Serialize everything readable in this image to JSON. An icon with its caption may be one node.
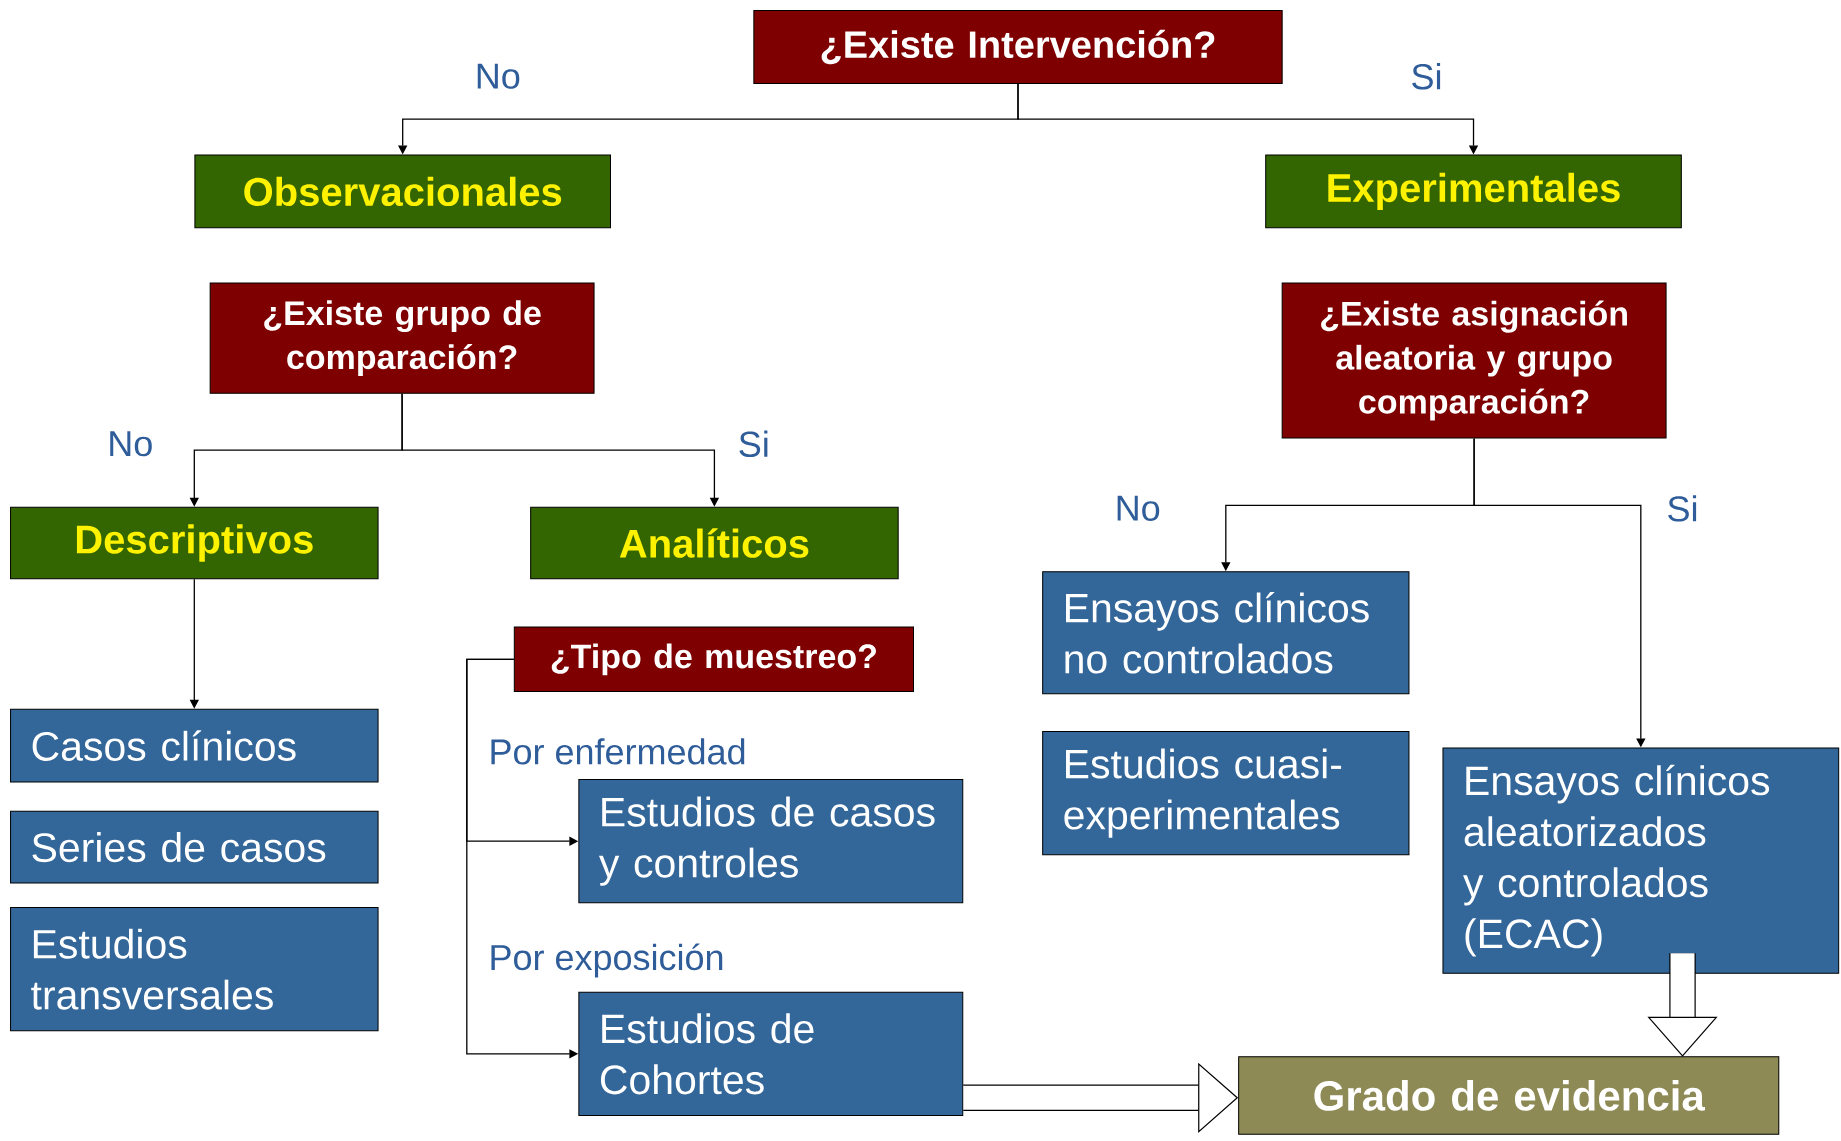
{
  "diagram": {
    "nodes": [
      {
        "text": [
          "¿Existe Intervención?"
        ]
      },
      {
        "text": [
          "Observacionales"
        ]
      },
      {
        "text": [
          "Experimentales"
        ]
      },
      {
        "text": [
          "¿Existe grupo de comparación?"
        ]
      },
      {
        "text": [
          "¿Existe asignación aleatoria y grupo comparación?"
        ]
      },
      {
        "text": [
          "Descriptivos"
        ]
      },
      {
        "text": [
          "Analíticos"
        ]
      },
      {
        "text": [
          "¿Tipo de muestreo?"
        ]
      },
      {
        "text": [
          "Ensayos clínicos no controlados"
        ]
      },
      {
        "text": [
          "Casos clínicos"
        ]
      },
      {
        "text": [
          "Series de casos"
        ]
      },
      {
        "text": [
          "Estudios transversales"
        ]
      },
      {
        "text": [
          "Estudios de casos y controles"
        ]
      },
      {
        "text": [
          "Estudios cuasi-experimentales"
        ]
      },
      {
        "text": [
          "Ensayos clínicos aleatorizados y controlados (ECAC)"
        ]
      },
      {
        "text": [
          "Estudios de Cohortes"
        ]
      },
      {
        "text": [
          "Grado de evidencia"
        ]
      }
    ],
    "edges": [
      {
        "from": 0,
        "to": 1,
        "arrow": "to",
        "label": "No"
      },
      {
        "from": 0,
        "to": 2,
        "arrow": "to",
        "label": "Si"
      },
      {
        "from": 3,
        "to": 5,
        "arrow": "to",
        "label": "No"
      },
      {
        "from": 3,
        "to": 6,
        "arrow": "to",
        "label": "Si"
      },
      {
        "from": 5,
        "to": 9,
        "arrow": "to"
      },
      {
        "from": 4,
        "to": 8,
        "arrow": "to",
        "label": "No"
      },
      {
        "from": 4,
        "to": 14,
        "arrow": "to",
        "label": "Si"
      },
      {
        "from": 7,
        "to": 12,
        "arrow": "to",
        "label": "Por enfermedad"
      },
      {
        "from": 7,
        "to": 15,
        "arrow": "to",
        "label": "Por exposición"
      },
      {
        "from": 15,
        "to": 16,
        "arrow": "to",
        "style": "thick"
      },
      {
        "from": 14,
        "to": 16,
        "arrow": "to",
        "style": "thick"
      }
    ]
  }
}
